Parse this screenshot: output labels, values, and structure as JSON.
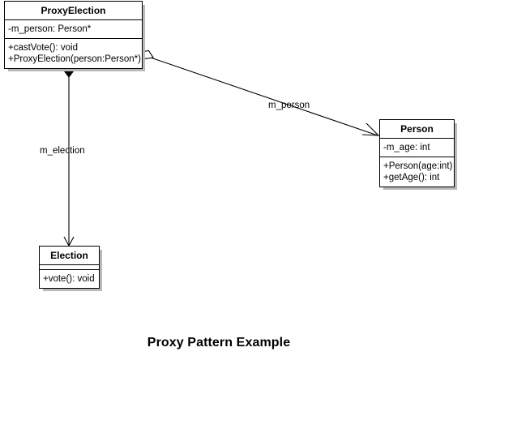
{
  "diagram": {
    "caption": "Proxy Pattern Example",
    "background_color": "#ffffff",
    "line_color": "#000000",
    "shadow_color": "#b9b9b9"
  },
  "classes": [
    {
      "id": "proxyelection",
      "name": "ProxyElection",
      "attributes": [
        "-m_person: Person*"
      ],
      "methods": [
        "+castVote(): void",
        "+ProxyElection(person:Person*)"
      ]
    },
    {
      "id": "person",
      "name": "Person",
      "attributes": [
        "-m_age: int"
      ],
      "methods": [
        "+Person(age:int)",
        "+getAge(): int"
      ]
    },
    {
      "id": "election",
      "name": "Election",
      "attributes": [],
      "methods": [
        "+vote(): void"
      ]
    }
  ],
  "relationships": [
    {
      "id": "proxyelection-to-election",
      "label": "m_election",
      "source": "ProxyElection",
      "target": "Election",
      "source_marker": "filled-diamond",
      "target_marker": "open-arrow",
      "kind": "composition"
    },
    {
      "id": "proxyelection-to-person",
      "label": "m_person",
      "source": "ProxyElection",
      "target": "Person",
      "source_marker": "hollow-diamond",
      "target_marker": "open-arrow",
      "kind": "aggregation"
    }
  ]
}
